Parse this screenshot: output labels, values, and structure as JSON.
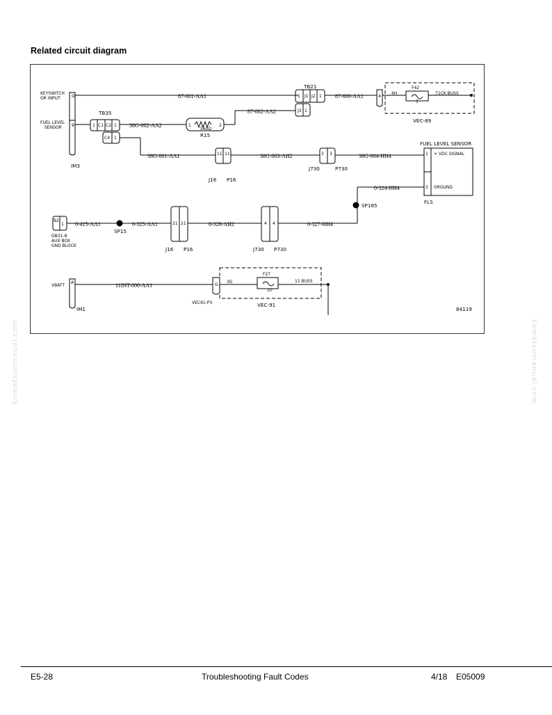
{
  "heading": "Related circuit diagram",
  "diagram": {
    "figure_id": "84119",
    "components": {
      "keyswitch": "KEYSWITCH\nOR INPUT",
      "keyswitch_pin": "G",
      "fuel_level_sensor_input": "FUEL LEVEL\nSENSOR",
      "fuel_level_sensor_pin": "9",
      "im3": "IM3",
      "tb35": "TB35",
      "tb35_pins": [
        "1",
        "C1",
        "C2",
        "1"
      ],
      "tb35_lower_pins": [
        "C4",
        "1"
      ],
      "r15": "R15",
      "r15_pins": [
        "1",
        "2"
      ],
      "r15_inner": "560Ω",
      "tb21": "TB21",
      "tb21_pins": [
        "1",
        "J1",
        "J2",
        "1"
      ],
      "tb21_lower_pins": [
        "J3",
        "1"
      ],
      "vec89": "VEC-89",
      "vec89_pin": "4",
      "vec89_circuit": "4H",
      "f42": "F42",
      "f42_value": "5",
      "buss_71ck": "71CK BUSS",
      "j16_pins": [
        "11",
        "11"
      ],
      "j16": "J16",
      "p16": "P16",
      "j730_pins": [
        "3",
        "3"
      ],
      "j730": "J730",
      "p730": "P730",
      "fls_title": "FUEL LEVEL SENSOR",
      "fls_pin1": "1",
      "fls_vdc": "+ VDC SIGNAL",
      "fls_pin2": "2",
      "fls_ground": "GROUND",
      "fls": "FLS",
      "sp185": "SP185",
      "gb31_pin_box": "B2",
      "gb31_pin": "1",
      "gb31": "GB31-8\nAUX BOX\nGND BLOCK",
      "sp15": "SP15",
      "j16_row2_pins": [
        "21",
        "21"
      ],
      "j16_row2": "J16",
      "p16_row2": "P16",
      "j730_row2_pins": [
        "4",
        "4"
      ],
      "j730_row2": "J730",
      "p730_row2": "P730",
      "vbatt": "VBATT",
      "vbatt_pin": "A",
      "im1": "IM1",
      "vec91_p3_pin": "G",
      "vec91_p3": "VEC91-P3",
      "vec91_circuit": "3G",
      "f27": "F27",
      "f27_value": "10",
      "buss_11": "11 BUSS",
      "vec91": "VEC-91"
    },
    "wires": {
      "w1": "87-001-AA1",
      "w2": "87-000-AA1",
      "w3": "87-002-AA2",
      "w4": "38G-002-AA2",
      "w5": "38G-001-AA1",
      "w6": "38G-003-AH2",
      "w7": "38G-004-HH4",
      "w8": "0-324-HH4",
      "w9": "0-415-AA1",
      "w10": "0-325-AA1",
      "w11": "0-326-AH2",
      "w12": "0-327-HH4",
      "w13": "11INT-000-AA1"
    }
  },
  "watermark": "komatsumanual.com",
  "footer": {
    "page": "E5-28",
    "title": "Troubleshooting Fault Codes",
    "date": "4/18",
    "doc": "E05009"
  }
}
